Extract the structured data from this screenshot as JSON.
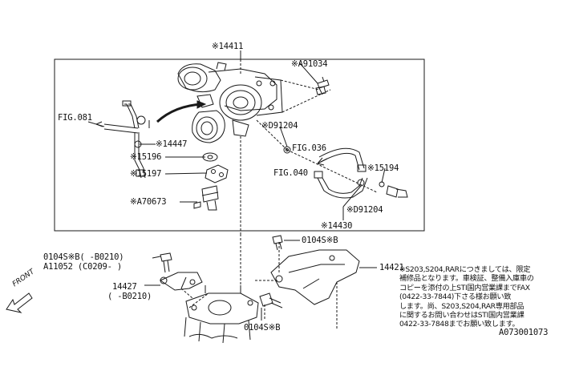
{
  "labels": {
    "p14411": "※14411",
    "a91034": "※A91034",
    "fig081": "FIG.081",
    "d91204_top": "※D91204",
    "p14447": "※14447",
    "fig036": "FIG.036",
    "p15196": "※15196",
    "p15194": "※15194",
    "fig040": "FIG.040",
    "p15197": "※15197",
    "a70673": "※A70673",
    "d91204_bottom": "※D91204",
    "p14430": "※14430",
    "b0104_right": "0104S※B",
    "b0104_left_line1": "0104S※B(  -B0210)",
    "a11052": "A11052  (C0209-  )",
    "p14421": "14421",
    "p14427": "14427",
    "p14427_range": "(  -B0210)",
    "b0104_bottom": "0104S※B",
    "front": "FRONT",
    "diagram_code": "A073001073"
  },
  "note_lines": [
    "※S203,S204,RARにつきましては、限定",
    "補修品となります。車検証、整備入庫車の",
    "コピーを添付の上STI国内営業課までFAX",
    "(0422-33-7844)下さる様お願い致",
    "します。尚、S203,S204,RAR専用部品",
    "に関するお問い合わせはSTI国内営業課",
    "0422-33-7848までお願い致します。"
  ],
  "colors": {
    "line": "#1a1a1a",
    "background": "#ffffff"
  }
}
